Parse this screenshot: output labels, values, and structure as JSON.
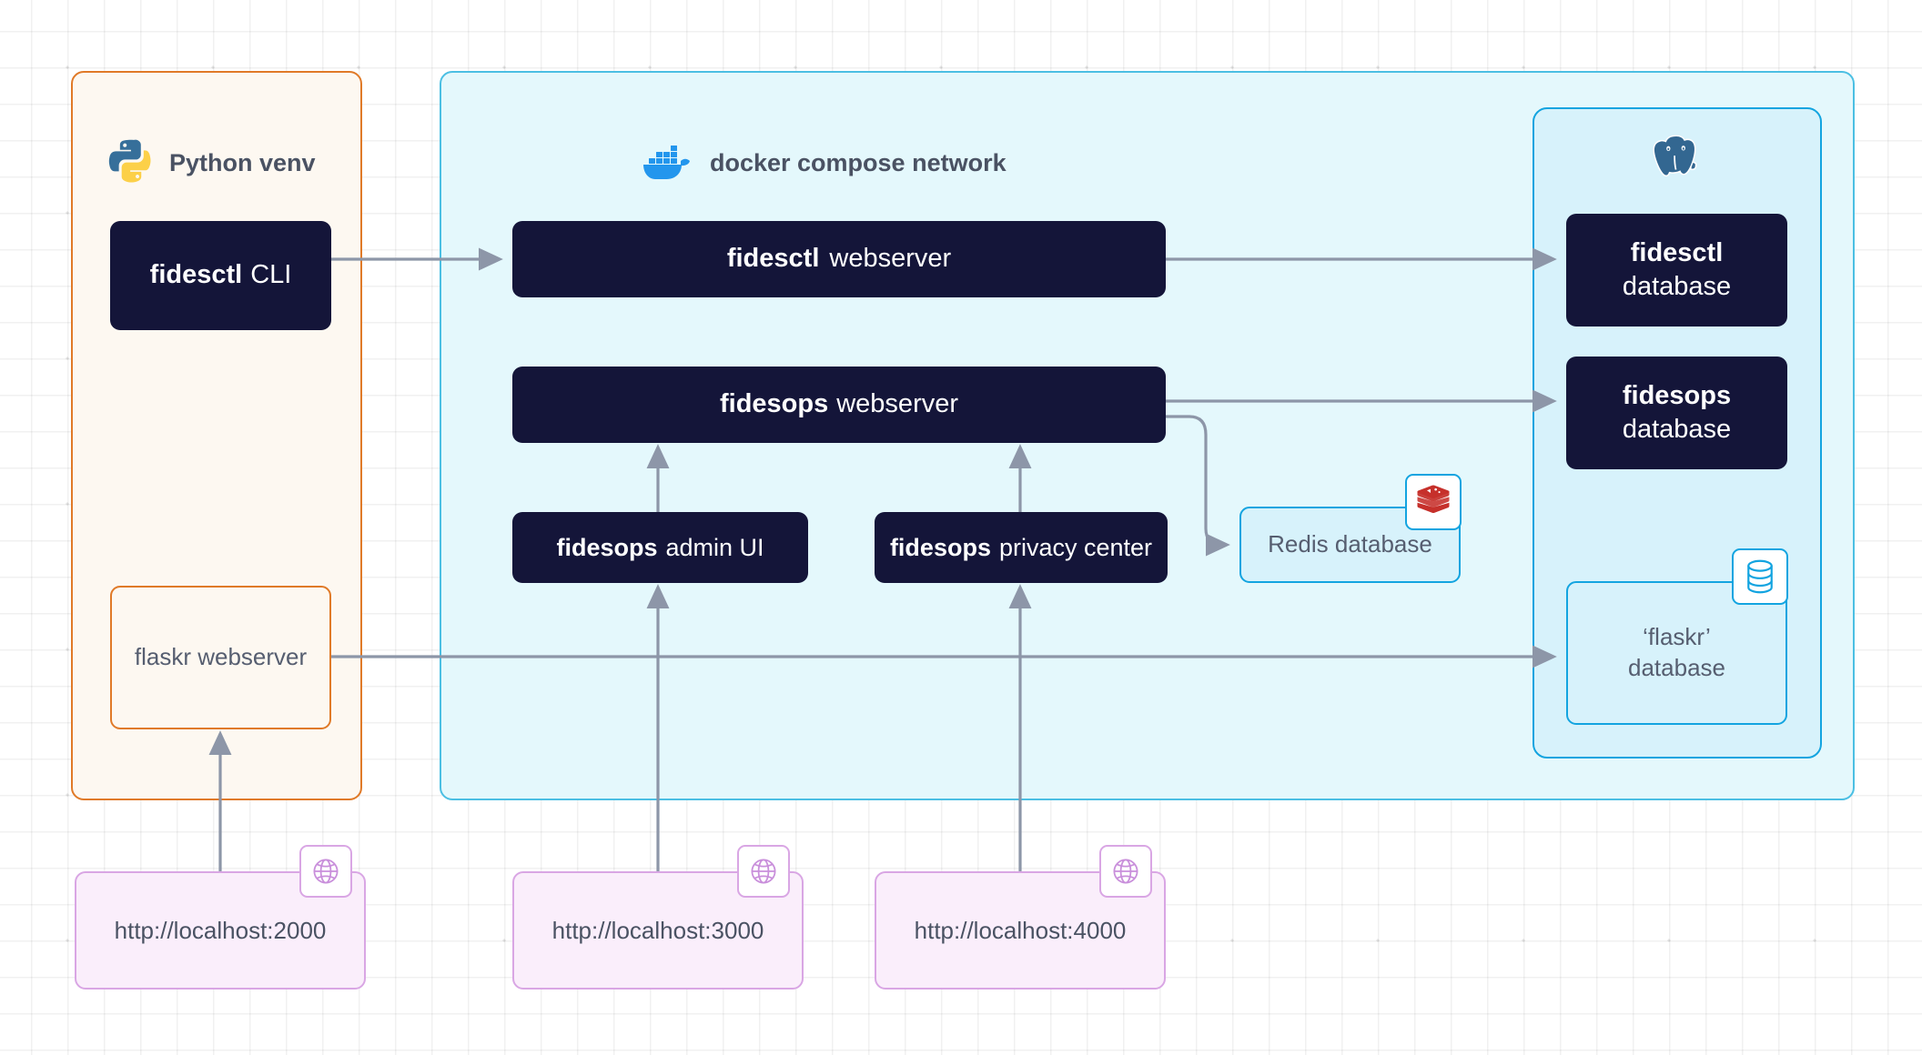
{
  "groups": {
    "python": {
      "label": "Python venv",
      "icon": "python-logo",
      "border_color": "#e07a28",
      "fill_color": "#fdf8f1"
    },
    "docker": {
      "label": "docker compose network",
      "icon": "docker-whale-logo",
      "border_color": "#4bbfe3",
      "fill_color": "#e4f8fc"
    },
    "postgres": {
      "icon": "postgresql-elephant-logo",
      "border_color": "#13a4e0",
      "fill_color": "#d7f2fb"
    }
  },
  "nodes": {
    "fidesctl_cli": {
      "bold": "fidesctl",
      "regular": "CLI"
    },
    "fidesctl_webserver": {
      "bold": "fidesctl",
      "regular": "webserver"
    },
    "fidesops_webserver": {
      "bold": "fidesops",
      "regular": "webserver"
    },
    "fidesops_admin_ui": {
      "bold": "fidesops",
      "regular": "admin UI"
    },
    "fidesops_privacy_center": {
      "bold": "fidesops",
      "regular": "privacy center"
    },
    "fidesctl_database": {
      "bold": "fidesctl",
      "regular": "database"
    },
    "fidesops_database": {
      "bold": "fidesops",
      "regular": "database"
    },
    "flaskr_webserver": {
      "label": "flaskr webserver"
    },
    "redis_database": {
      "label": "Redis database",
      "icon": "redis-logo"
    },
    "flaskr_database": {
      "line1": "‘flaskr’",
      "line2": "database",
      "icon": "database-cylinder-icon"
    }
  },
  "urls": [
    {
      "label": "http://localhost:2000",
      "icon": "globe-icon"
    },
    {
      "label": "http://localhost:3000",
      "icon": "globe-icon"
    },
    {
      "label": "http://localhost:4000",
      "icon": "globe-icon"
    }
  ],
  "colors": {
    "node_dark": "#141539",
    "connector": "#8d96a8",
    "text_muted": "#565e70",
    "orange": "#e07a28",
    "cyan": "#13a4e0",
    "purple": "#d9a6e4",
    "redis_red": "#c6302b",
    "docker_blue": "#2396ed"
  }
}
